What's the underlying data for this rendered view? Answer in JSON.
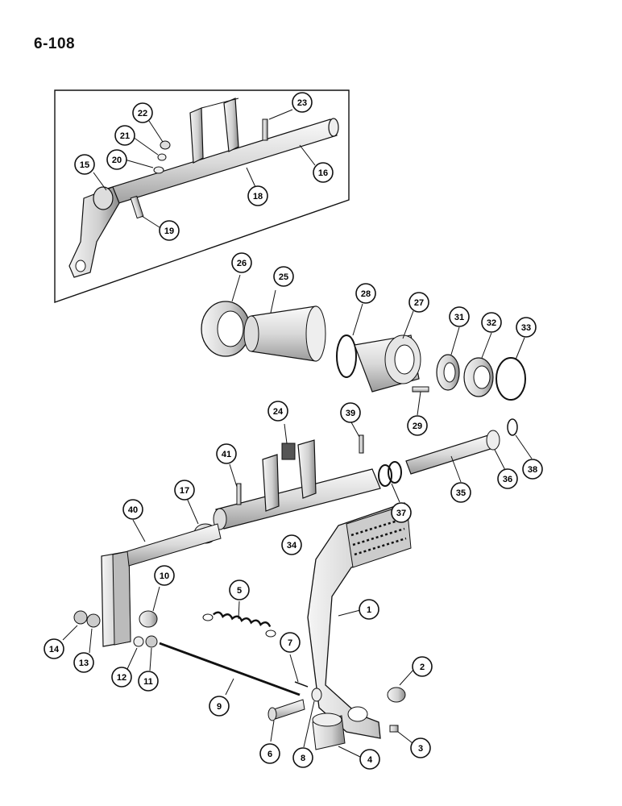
{
  "page_number": "6-108",
  "callouts": [
    "1",
    "2",
    "3",
    "4",
    "5",
    "6",
    "7",
    "8",
    "9",
    "10",
    "11",
    "12",
    "13",
    "14",
    "15",
    "16",
    "17",
    "18",
    "19",
    "20",
    "21",
    "22",
    "23",
    "24",
    "25",
    "26",
    "27",
    "28",
    "29",
    "31",
    "32",
    "33",
    "34",
    "35",
    "36",
    "37",
    "38",
    "39",
    "40",
    "41"
  ]
}
